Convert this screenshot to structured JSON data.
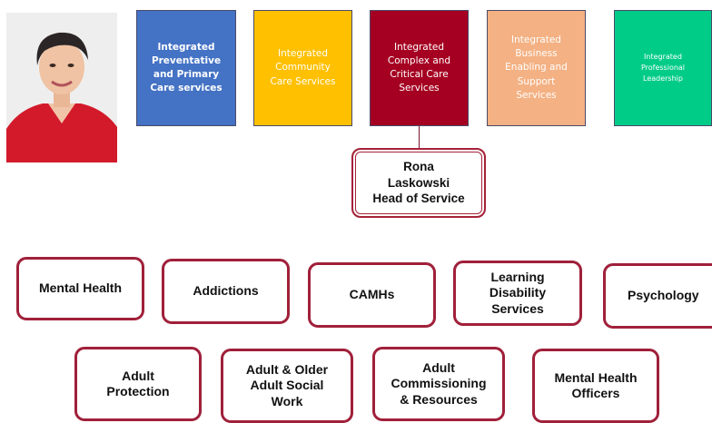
{
  "colors": {
    "preventative": "#4472c4",
    "community": "#ffc000",
    "complex": "#a50021",
    "business": "#f4b183",
    "professional": "#00cc88",
    "service_border": "#a0203a"
  },
  "directorates": {
    "preventative": "Integrated\nPreventative\nand Primary\nCare services",
    "community": "Integrated\nCommunity\nCare Services",
    "complex": "Integrated\nComplex and\nCritical Care\nServices",
    "business": "Integrated\nBusiness\nEnabling and\nSupport\nServices",
    "professional": "Integrated\nProfessional\nLeadership"
  },
  "head_of_service": "Rona\nLaskowski\nHead of Service",
  "services_row1": {
    "mental_health": "Mental Health",
    "addictions": "Addictions",
    "camhs": "CAMHs",
    "learning_disability": "Learning\nDisability\nServices",
    "psychology": "Psychology"
  },
  "services_row2": {
    "adult_protection": "Adult\nProtection",
    "adult_social_work": "Adult & Older\nAdult Social\nWork",
    "adult_commissioning": "Adult\nCommissioning\n& Resources",
    "mh_officers": "Mental Health\nOfficers"
  }
}
